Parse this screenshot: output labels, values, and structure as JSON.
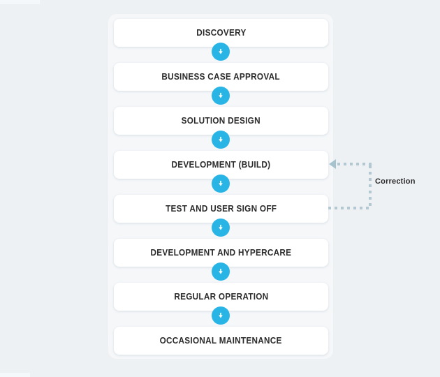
{
  "diagram": {
    "type": "waterfall-process-flowchart",
    "steps": [
      "DISCOVERY",
      "BUSINESS CASE APPROVAL",
      "SOLUTION DESIGN",
      "DEVELOPMENT (BUILD)",
      "TEST AND USER SIGN OFF",
      "DEVELOPMENT AND HYPERCARE",
      "REGULAR OPERATION",
      "OCCASIONAL MAINTENANCE"
    ],
    "connector_icon": "down-arrow-icon",
    "correction_loop": {
      "label": "Correction",
      "from_step": "TEST AND USER SIGN OFF",
      "to_step": "DEVELOPMENT (BUILD)",
      "line_style": "dashed"
    },
    "colors": {
      "background": "#edf1f4",
      "box_fill": "#ffffff",
      "box_text": "#2b2b2b",
      "arrow_circle": "#29b4e6",
      "arrow_glyph": "#ffffff",
      "correction_dash": "#b4c8d2",
      "correction_arrow": "#a6c2cf"
    }
  }
}
